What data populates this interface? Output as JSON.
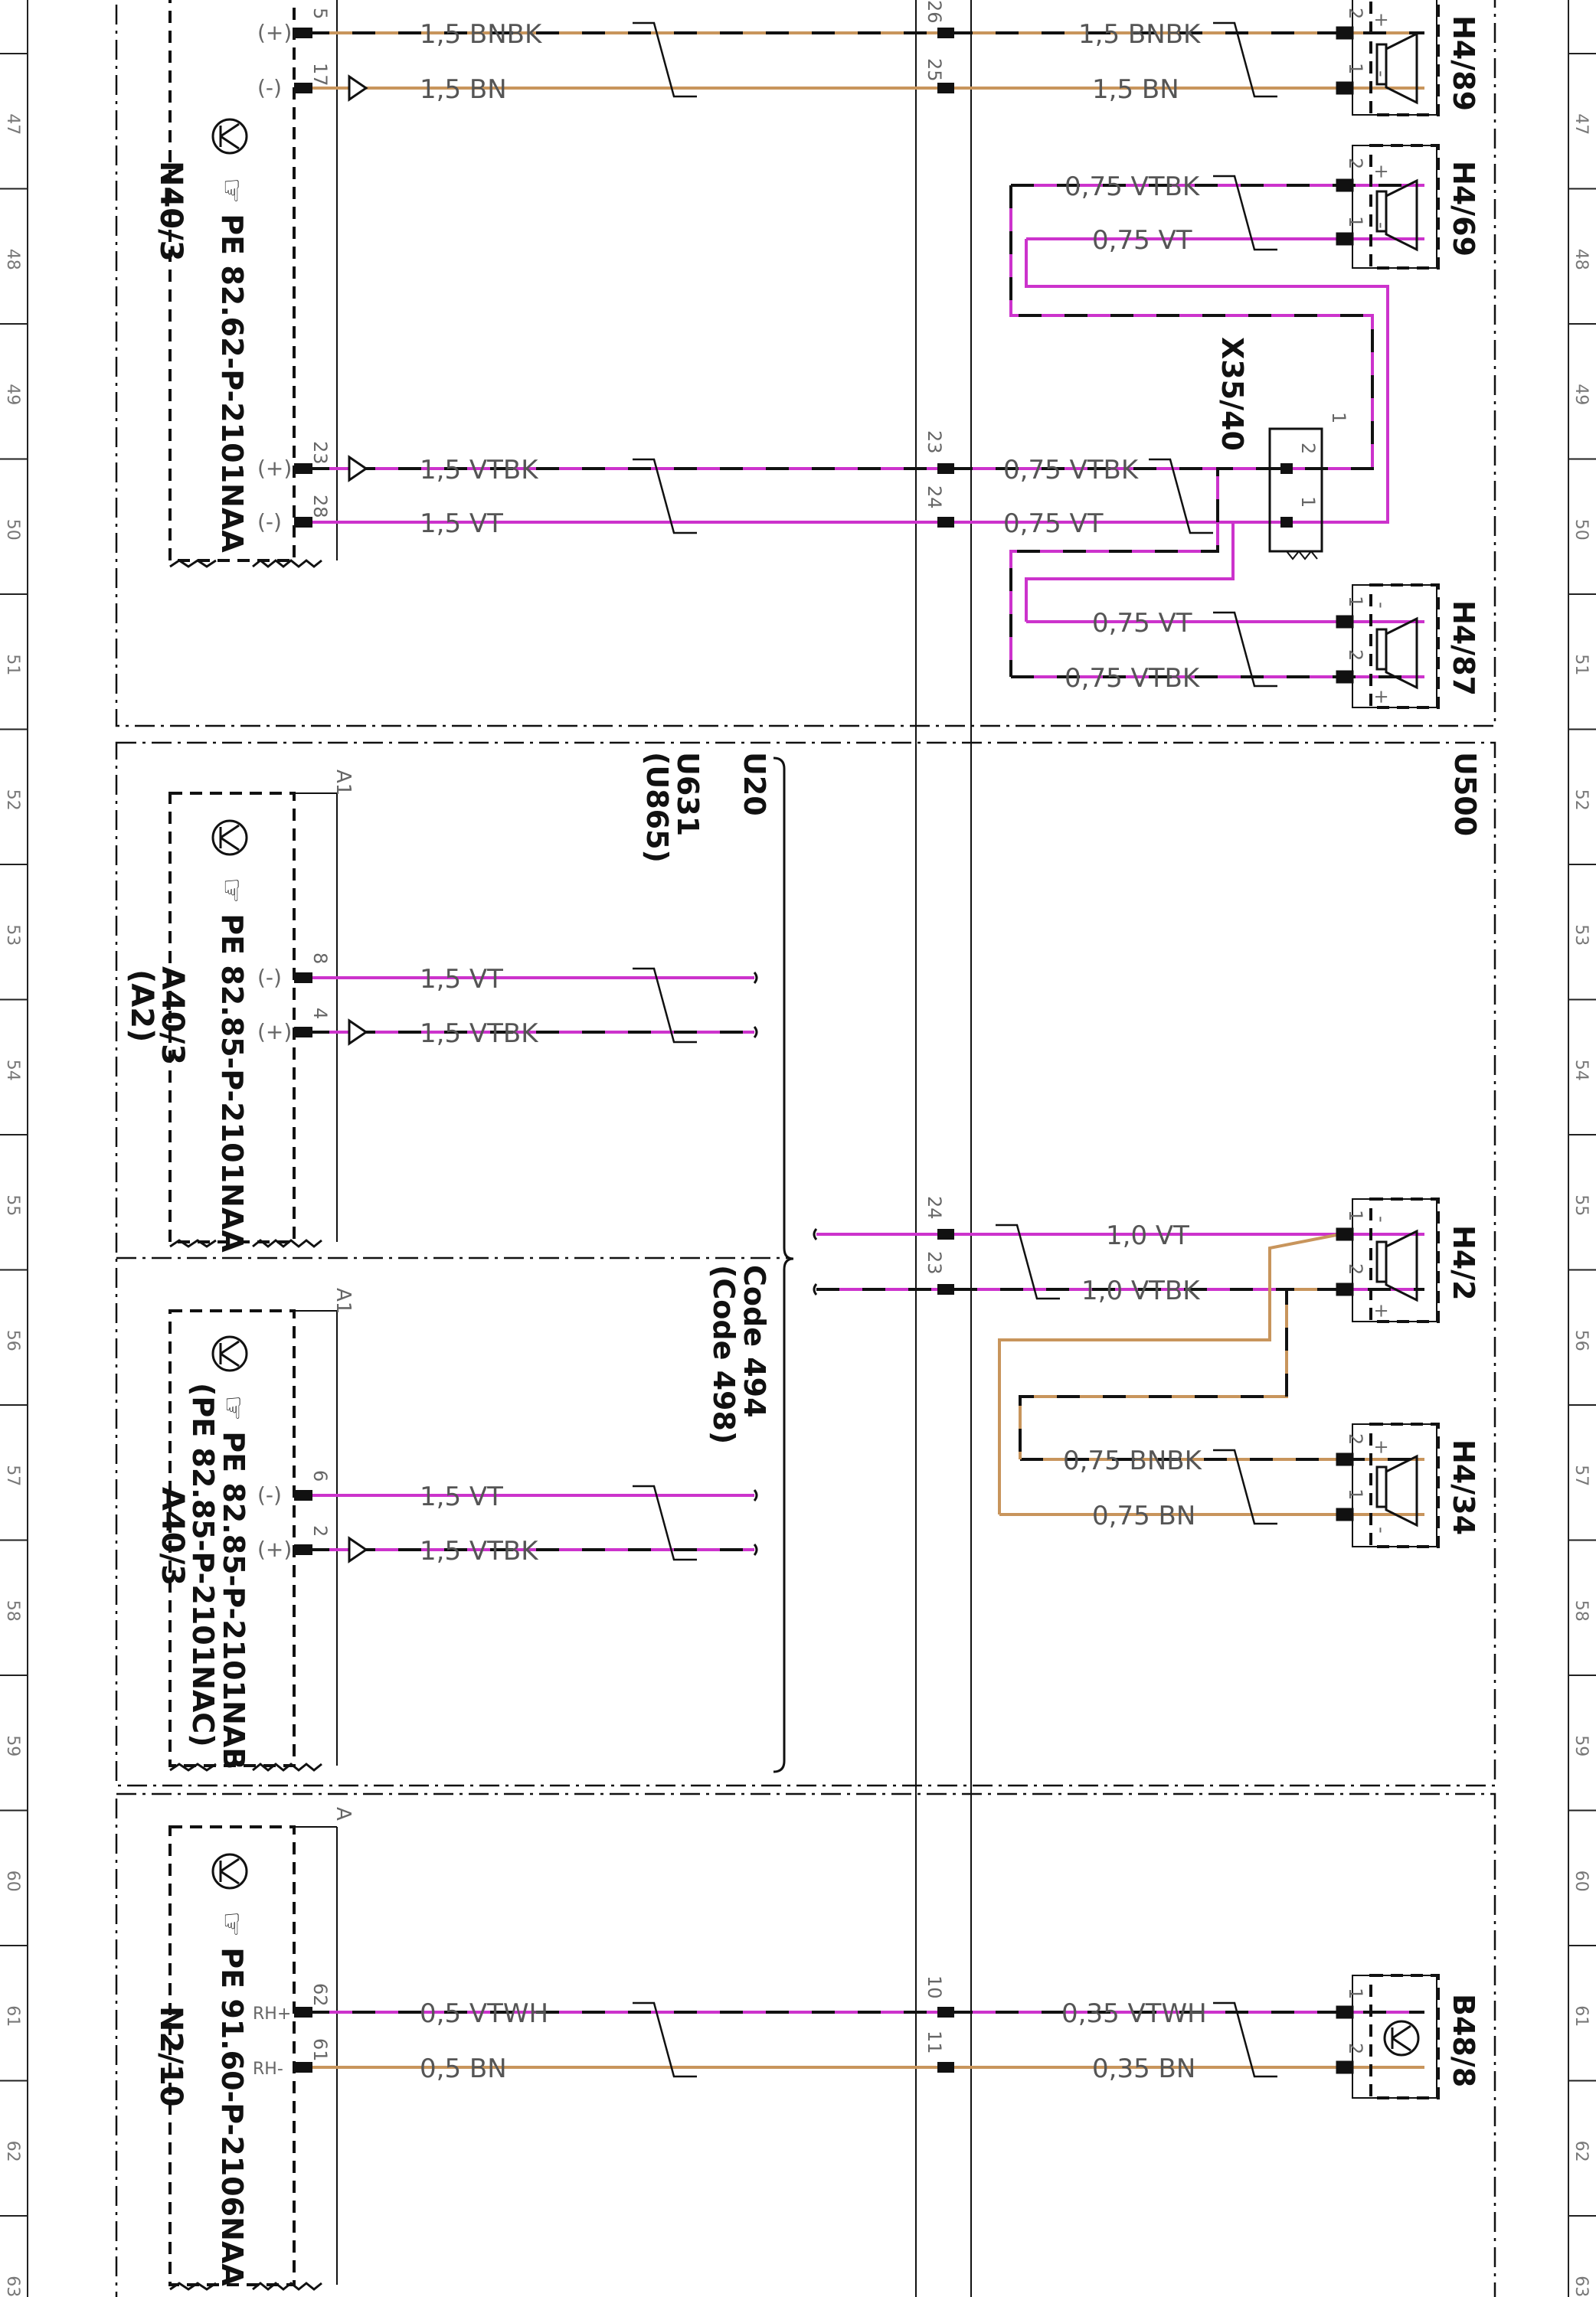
{
  "ruler": [
    "47",
    "48",
    "49",
    "50",
    "51",
    "52",
    "53",
    "54",
    "55",
    "56",
    "57",
    "58",
    "59",
    "60",
    "61",
    "62",
    "63"
  ],
  "components": {
    "n40_3": {
      "label": "N40/3",
      "pe": "PE 82.62-P-2101NAA"
    },
    "a40_3_a2": {
      "label": "A40/3",
      "sub": "(A2)",
      "pe": "PE 82.85-P-2101NAA",
      "conn": "A1"
    },
    "a40_3": {
      "label": "A40/3",
      "pe1": "PE 82.85-P-2101NAB",
      "pe2": "(PE 82.85-P-2101NAC)",
      "conn": "A1"
    },
    "n2_10": {
      "label": "N2/10",
      "pe": "PE 91.60-P-2106NAA",
      "conn": "A"
    },
    "h4_89": {
      "label": "H4/89"
    },
    "h4_69": {
      "label": "H4/69"
    },
    "h4_87": {
      "label": "H4/87"
    },
    "h4_2": {
      "label": "H4/2"
    },
    "h4_34": {
      "label": "H4/34"
    },
    "b48_8": {
      "label": "B48/8"
    },
    "x35_40": {
      "label": "X35/40",
      "pin1": "1",
      "pin2": "2"
    }
  },
  "codes": {
    "u20": "U20",
    "u631": "U631",
    "u865": "(U865)",
    "u500": "U500",
    "code494": "Code 494",
    "code498": "(Code 498)"
  },
  "wires": {
    "w1": {
      "pin": "5",
      "pol": "(+)",
      "spec": "1,5 BNBK",
      "cpin": "26",
      "spec2": "1,5 BNBK",
      "sp": "2",
      "spsign": "+"
    },
    "w2": {
      "pin": "17",
      "pol": "(-)",
      "spec": "1,5 BN",
      "cpin": "25",
      "spec2": "1,5 BN",
      "sp": "1",
      "spsign": "-"
    },
    "w3": {
      "spec": "0,75 VTBK",
      "sp": "2",
      "spsign": "+"
    },
    "w4": {
      "spec": "0,75 VT",
      "sp": "1",
      "spsign": "-"
    },
    "w5": {
      "pin": "23",
      "pol": "(+)",
      "spec": "1,5 VTBK",
      "cpin": "23",
      "spec2": "0,75 VTBK"
    },
    "w6": {
      "pin": "28",
      "pol": "(-)",
      "spec": "1,5 VT",
      "cpin": "24",
      "spec2": "0,75 VT"
    },
    "w7": {
      "spec": "0,75 VT",
      "sp": "1",
      "spsign": "-"
    },
    "w8": {
      "spec": "0,75 VTBK",
      "sp": "2",
      "spsign": "+"
    },
    "w9": {
      "pin": "8",
      "pol": "(-)",
      "spec": "1,5 VT"
    },
    "w10": {
      "pin": "4",
      "pol": "(+)",
      "spec": "1,5 VTBK"
    },
    "w11": {
      "cpin": "24",
      "spec2": "1,0 VT",
      "sp": "1",
      "spsign": "-"
    },
    "w12": {
      "cpin": "23",
      "spec2": "1,0 VTBK",
      "sp": "2",
      "spsign": "+"
    },
    "w13": {
      "spec": "0,75 BNBK",
      "sp": "2",
      "spsign": "+"
    },
    "w14": {
      "spec": "0,75 BN",
      "sp": "1",
      "spsign": "-"
    },
    "w15": {
      "pin": "6",
      "pol": "(-)",
      "spec": "1,5 VT"
    },
    "w16": {
      "pin": "2",
      "pol": "(+)",
      "spec": "1,5 VTBK"
    },
    "w17": {
      "pin": "62",
      "pol": "RH+",
      "spec": "0,5 VTWH",
      "cpin": "10",
      "spec2": "0,35 VTWH",
      "sp": "1"
    },
    "w18": {
      "pin": "61",
      "pol": "RH-",
      "spec": "0,5 BN",
      "cpin": "11",
      "spec2": "0,35 BN",
      "sp": "2"
    }
  },
  "colors": {
    "violet": "#cc33cc",
    "brown": "#c8955c",
    "black": "#111111",
    "white": "#ffffff"
  }
}
